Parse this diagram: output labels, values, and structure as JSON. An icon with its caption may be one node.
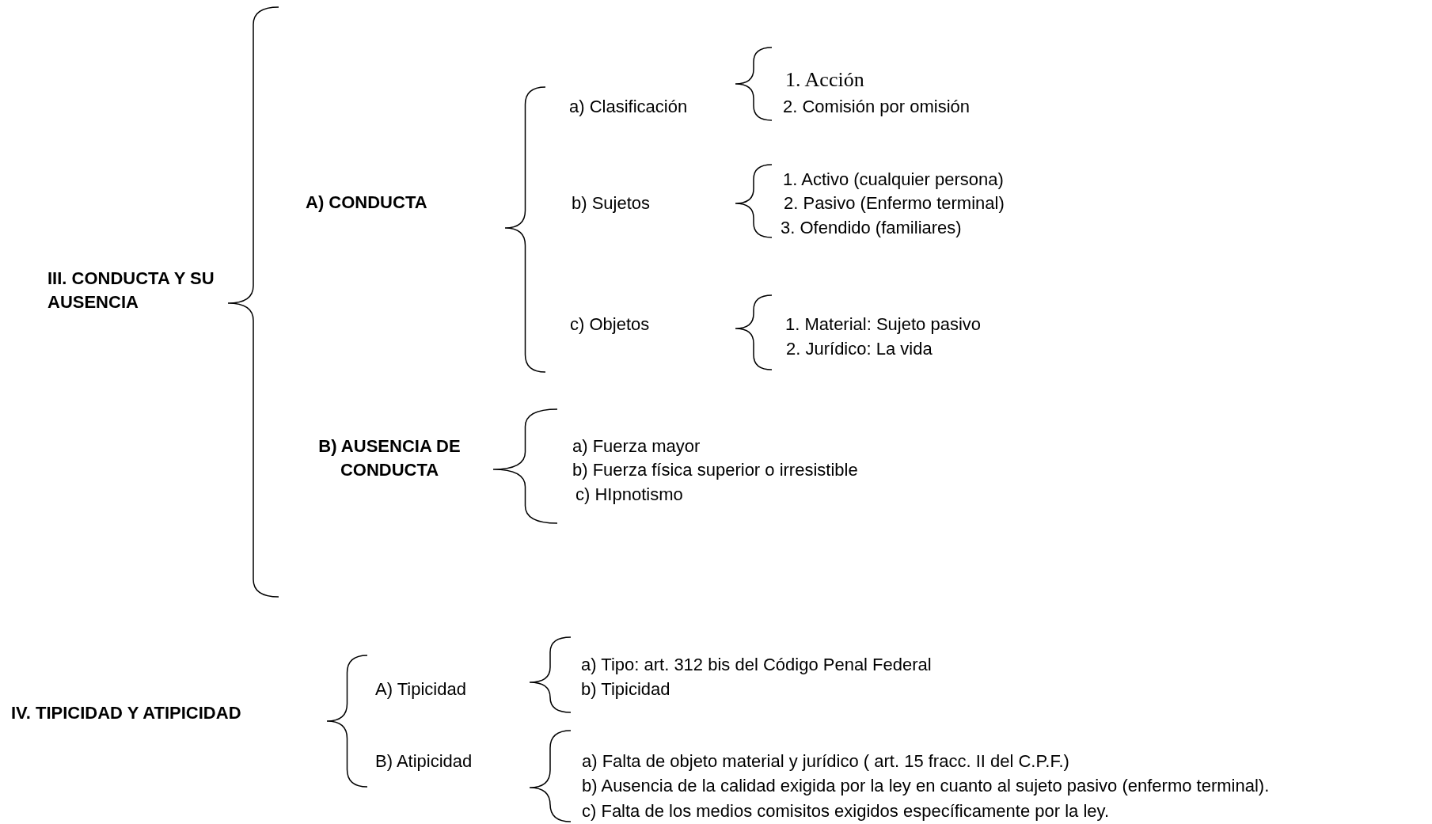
{
  "diagram": {
    "labels": [
      "III. CONDUCTA Y SU AUSENCIA",
      "A) CONDUCTA",
      "a) Clasificación",
      "1. Acción",
      "2. Comisión por omisión",
      "b) Sujetos",
      "1. Activo (cualquier persona)",
      "2. Pasivo (Enfermo terminal)",
      "3. Ofendido (familiares)",
      "c) Objetos",
      "1. Material: Sujeto pasivo",
      "2. Jurídico: La vida",
      "B) AUSENCIA DE CONDUCTA",
      "a) Fuerza mayor",
      "b) Fuerza física superior o irresistible",
      "c) HIpnotismo",
      "IV. TIPICIDAD Y ATIPICIDAD",
      "A) Tipicidad",
      "a) Tipo: art. 312 bis del Código Penal Federal",
      "b) Tipicidad",
      "B) Atipicidad",
      "a) Falta de objeto material y jurídico ( art. 15 fracc. II del C.P.F.)",
      "b) Ausencia de la calidad exigida por la ley en cuanto al sujeto pasivo (enfermo terminal).",
      "c) Falta de los medios comisitos exigidos específicamente por la ley."
    ]
  }
}
